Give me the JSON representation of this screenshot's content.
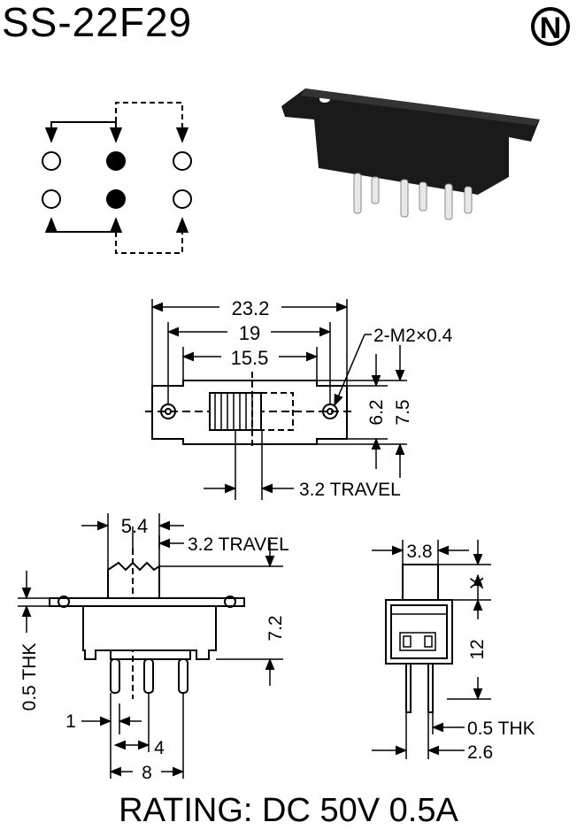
{
  "title": "SS-22F29",
  "logo_letter": "N",
  "rating": "RATING: DC 50V 0.5A",
  "top_view": {
    "dim_overall": "23.2",
    "dim_mount": "19",
    "dim_body": "15.5",
    "hole_spec": "2-M2×0.4",
    "dim_height_inner": "6.2",
    "dim_height_outer": "7.5",
    "travel": "3.2 TRAVEL"
  },
  "side_view": {
    "dim_actuator": "5.4",
    "travel": "3.2 TRAVEL",
    "dim_height": "7.2",
    "thickness": "0.5 THK",
    "dim_pin": "1",
    "dim_pitch": "4",
    "dim_span": "8"
  },
  "end_view": {
    "dim_actuator_width": "3.8",
    "dim_x": "X",
    "dim_height": "12",
    "thickness": "0.5 THK",
    "dim_pin_row": "2.6"
  },
  "colors": {
    "ink": "#000000",
    "photo_body": "#1a1a1a",
    "photo_pin": "#e8e8e8"
  }
}
